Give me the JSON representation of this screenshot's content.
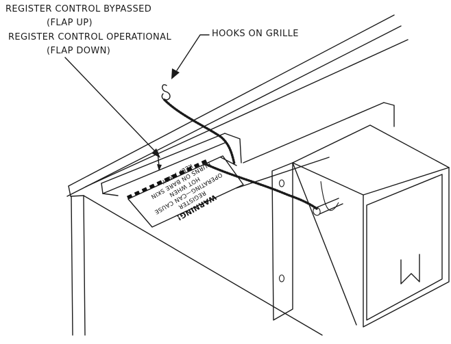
{
  "callouts": {
    "bypassed": "REGISTER CONTROL BYPASSED",
    "bypassed_note": "(FLAP UP)",
    "operational": "REGISTER CONTROL OPERATIONAL",
    "operational_note": "(FLAP DOWN)",
    "hooks": "HOOKS ON GRILLE"
  },
  "warning_tag": {
    "title": "WARNING!",
    "lines": [
      "REGISTER",
      "OPERATING—CAN CAUSE",
      "HOT WHEN",
      "BURNS ON BARE SKIN",
      "KEEP AWAY"
    ]
  }
}
